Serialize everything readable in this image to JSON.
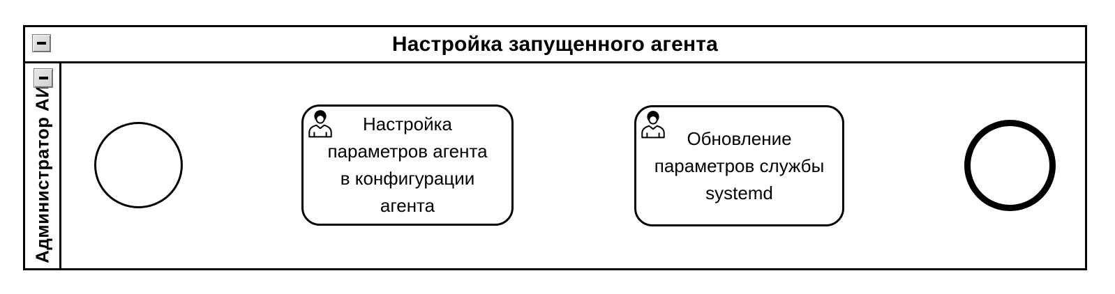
{
  "pool": {
    "title": "Настройка запущенного агента",
    "collapse_icon": "minus-icon"
  },
  "lane": {
    "label": "Администратор АИС",
    "collapse_icon": "minus-icon"
  },
  "tasks": [
    {
      "id": "task-configure-agent-params",
      "type": "user-task",
      "icon": "user-icon",
      "label": "Настройка\nпараметров агента\nв конфигурации\nагента"
    },
    {
      "id": "task-update-systemd-params",
      "type": "user-task",
      "icon": "user-icon",
      "label": "Обновление\nпараметров службы\nsystemd"
    }
  ],
  "events": [
    {
      "type": "start-event"
    },
    {
      "type": "end-event"
    }
  ],
  "flows": [
    {
      "from": "start-event",
      "to": "task-configure-agent-params"
    },
    {
      "from": "task-configure-agent-params",
      "to": "task-update-systemd-params"
    },
    {
      "from": "task-update-systemd-params",
      "to": "end-event"
    }
  ],
  "colors": {
    "stroke": "#000000",
    "fill": "#ffffff",
    "button_face": "#d6d6d6"
  }
}
